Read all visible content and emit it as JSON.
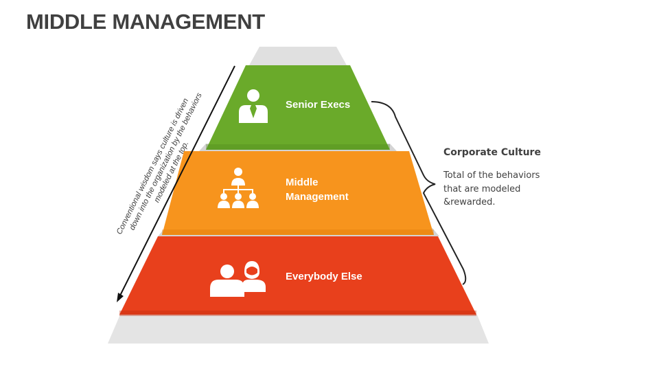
{
  "title": "MIDDLE MANAGEMENT",
  "tiers": [
    {
      "label": "Senior Execs",
      "color": "#6aaa2a",
      "icon": "executive-icon"
    },
    {
      "label_lines": [
        "Middle",
        "Management"
      ],
      "color": "#f7941d",
      "icon": "org-chart-icon"
    },
    {
      "label": "Everybody Else",
      "color": "#e8401c",
      "icon": "people-pair-icon"
    }
  ],
  "side_note": {
    "title": "Corporate Culture",
    "description": "Total of the behaviors that are modeled &rewarded."
  },
  "arrow_note": {
    "lines": [
      "Conventional wisdom says culture is driven",
      "down into the organization by the behaviors",
      "modeled at the top."
    ]
  },
  "colors": {
    "shadow": "#d8d8d8",
    "shadow_light": "#e4e4e4",
    "text_dark": "#404040"
  }
}
